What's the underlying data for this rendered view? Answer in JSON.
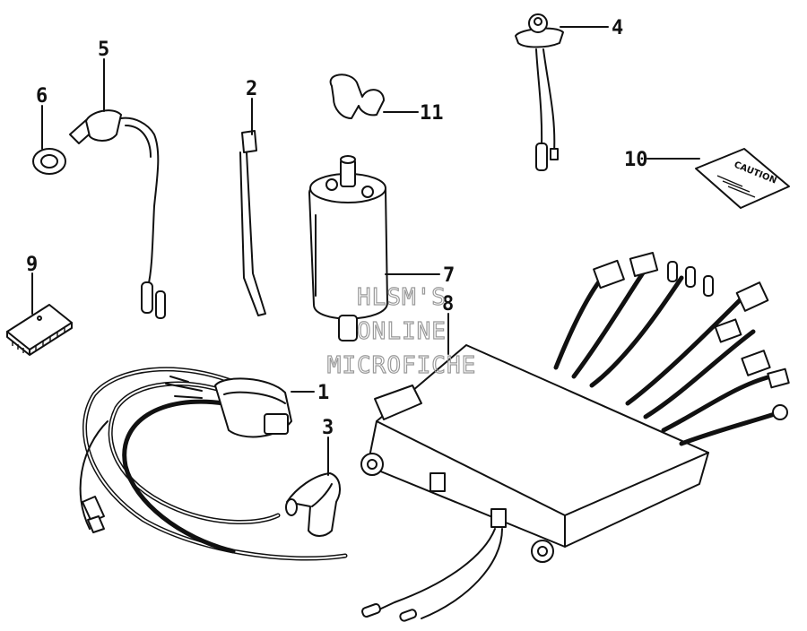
{
  "diagram": {
    "callouts": [
      "1",
      "2",
      "3",
      "4",
      "5",
      "6",
      "7",
      "8",
      "9",
      "10",
      "11"
    ],
    "watermark": [
      "HLSM'S",
      "ONLINE",
      "MICROFICHE"
    ],
    "decal_text": "CAUTION"
  }
}
